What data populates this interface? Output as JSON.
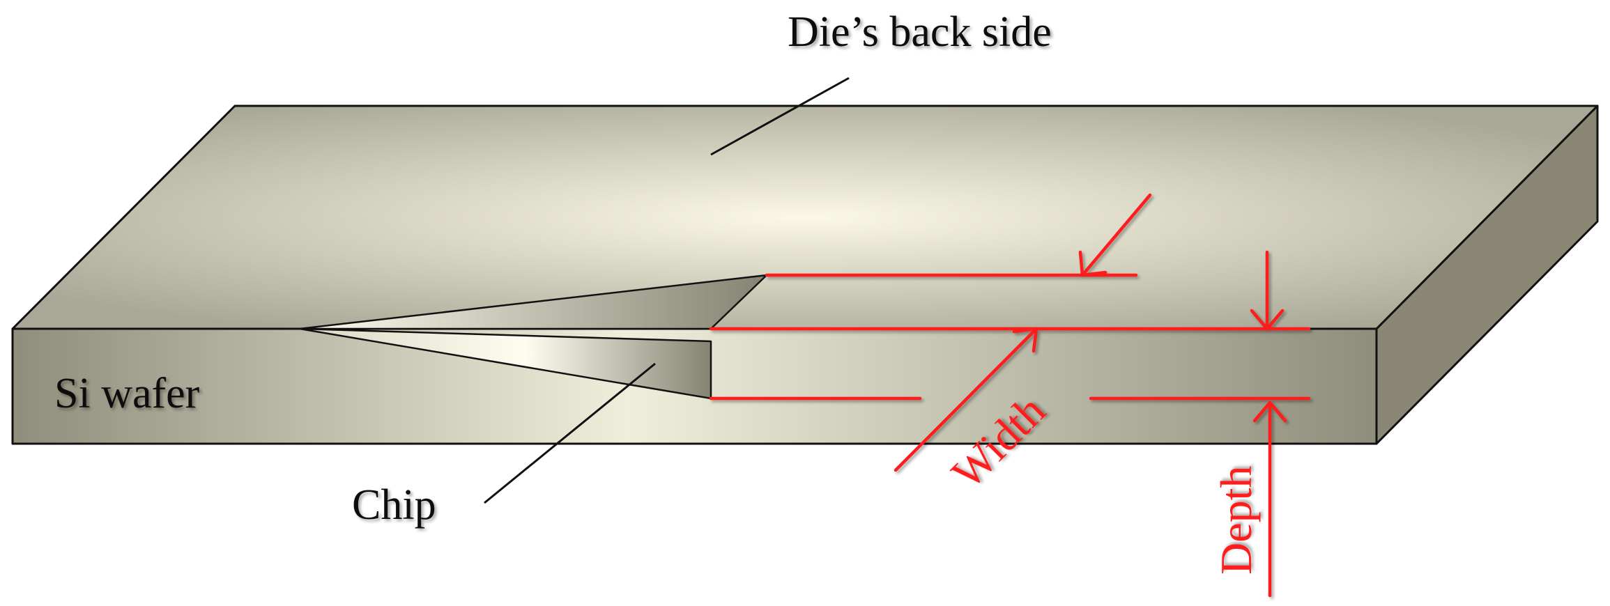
{
  "labels": {
    "die_back_side": "Die’s back side",
    "si_wafer": "Si wafer",
    "chip": "Chip",
    "width": "Width",
    "depth": "Depth"
  },
  "colors": {
    "dimension": "#ff1a1a",
    "outline": "#111111",
    "top_face_center": "#fbf9e6",
    "top_face_edge": "#a9a795",
    "front_face_center": "#efeedb",
    "front_face_edge": "#8f8d7b",
    "side_face": "#8a8875",
    "chip_light": "#fffdf0",
    "chip_dark": "#858371"
  }
}
